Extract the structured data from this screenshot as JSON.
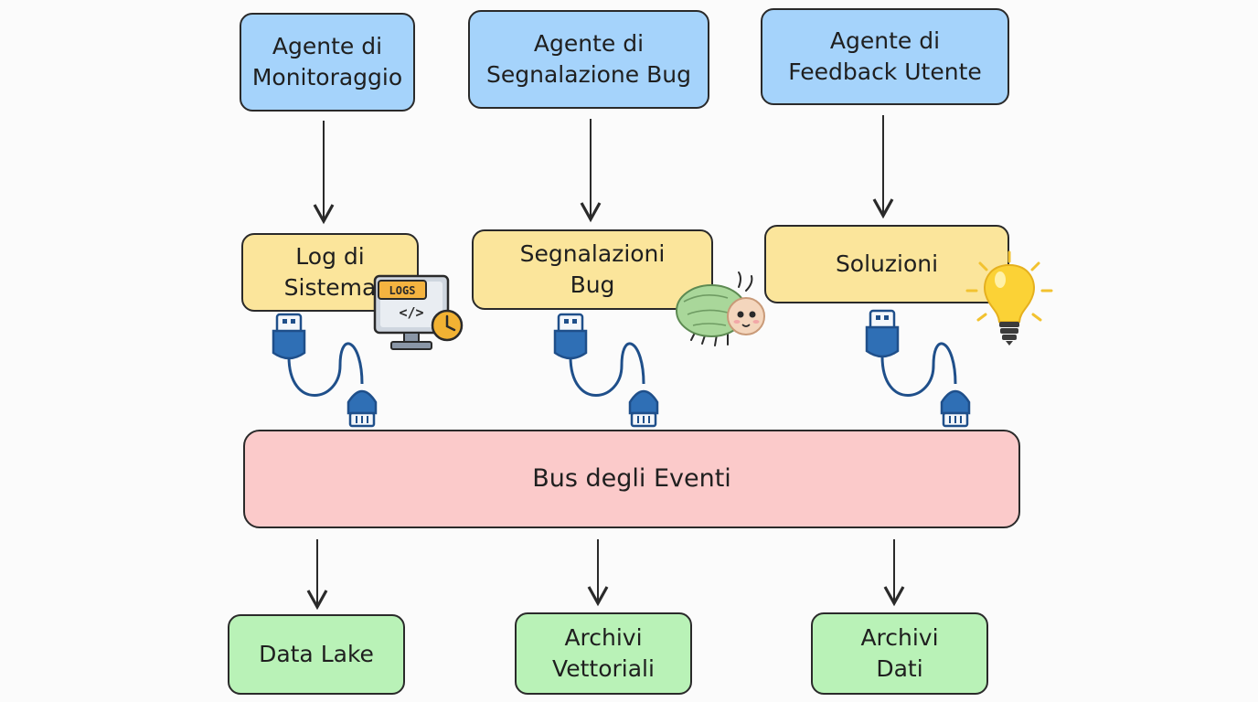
{
  "agents": [
    {
      "label": "Agente di\nMonitoraggio"
    },
    {
      "label": "Agente di\nSegnalazione Bug"
    },
    {
      "label": "Agente di\nFeedback Utente"
    }
  ],
  "outputs": [
    {
      "label": "Log di\nSistema",
      "icon": "logs-monitor-icon",
      "icon_text": "LOGS",
      "icon_code": "</>"
    },
    {
      "label": "Segnalazioni\nBug",
      "icon": "bug-icon"
    },
    {
      "label": "Soluzioni",
      "icon": "lightbulb-icon"
    }
  ],
  "bus": {
    "label": "Bus degli Eventi"
  },
  "stores": [
    {
      "label": "Data Lake"
    },
    {
      "label": "Archivi\nVettoriali"
    },
    {
      "label": "Archivi\nDati"
    }
  ],
  "colors": {
    "agent": "#a5d3fb",
    "output": "#fbe59b",
    "bus": "#fbcaca",
    "store": "#b9f2b7",
    "connector": "#2f6fb5",
    "cable": "#1f4f8a",
    "arrow": "#2a2a2a"
  }
}
